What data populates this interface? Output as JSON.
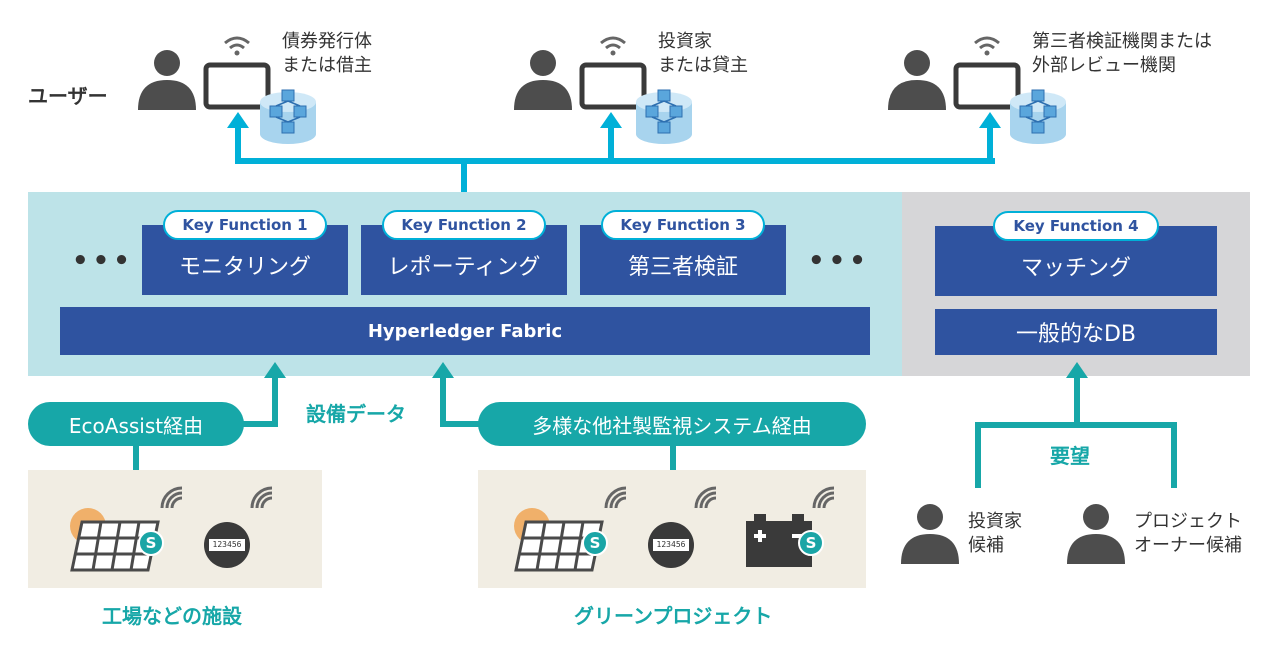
{
  "users": {
    "label": "ユーザー",
    "groups": [
      {
        "line1": "債券発行体",
        "line2": "または借主"
      },
      {
        "line1": "投資家",
        "line2": "または貸主"
      },
      {
        "line1": "第三者検証機関または",
        "line2": "外部レビュー機関"
      }
    ]
  },
  "functions": [
    {
      "tag": "Key Function 1",
      "name": "モニタリング"
    },
    {
      "tag": "Key Function 2",
      "name": "レポーティング"
    },
    {
      "tag": "Key Function 3",
      "name": "第三者検証"
    },
    {
      "tag": "Key Function 4",
      "name": "マッチング"
    }
  ],
  "ellipsis": "•••",
  "fabric": "Hyperledger Fabric",
  "general_db": "一般的なDB",
  "sources": {
    "ecoassist": "EcoAssist経由",
    "equipment_data": "設備データ",
    "other_systems": "多様な他社製監視システム経由"
  },
  "facilities": {
    "factory_label": "工場などの施設",
    "green_label": "グリーンプロジェクト",
    "meter_reading": "123456",
    "sensor_badge": "S"
  },
  "requests": {
    "label": "要望",
    "investor": {
      "line1": "投資家",
      "line2": "候補"
    },
    "owner": {
      "line1": "プロジェクト",
      "line2": "オーナー候補"
    }
  },
  "colors": {
    "function_blue": "#2f53a0",
    "arrow_blue": "#00b0d8",
    "teal": "#17a7a8",
    "panel_light_blue": "#bde3e8",
    "panel_gray": "#d6d6d8",
    "facility_beige": "#f1ede3"
  },
  "icons": [
    "person-icon",
    "laptop-icon",
    "wifi-icon",
    "blockchain-icon",
    "solar-panel-icon",
    "meter-icon",
    "battery-icon",
    "sensor-badge-icon"
  ]
}
